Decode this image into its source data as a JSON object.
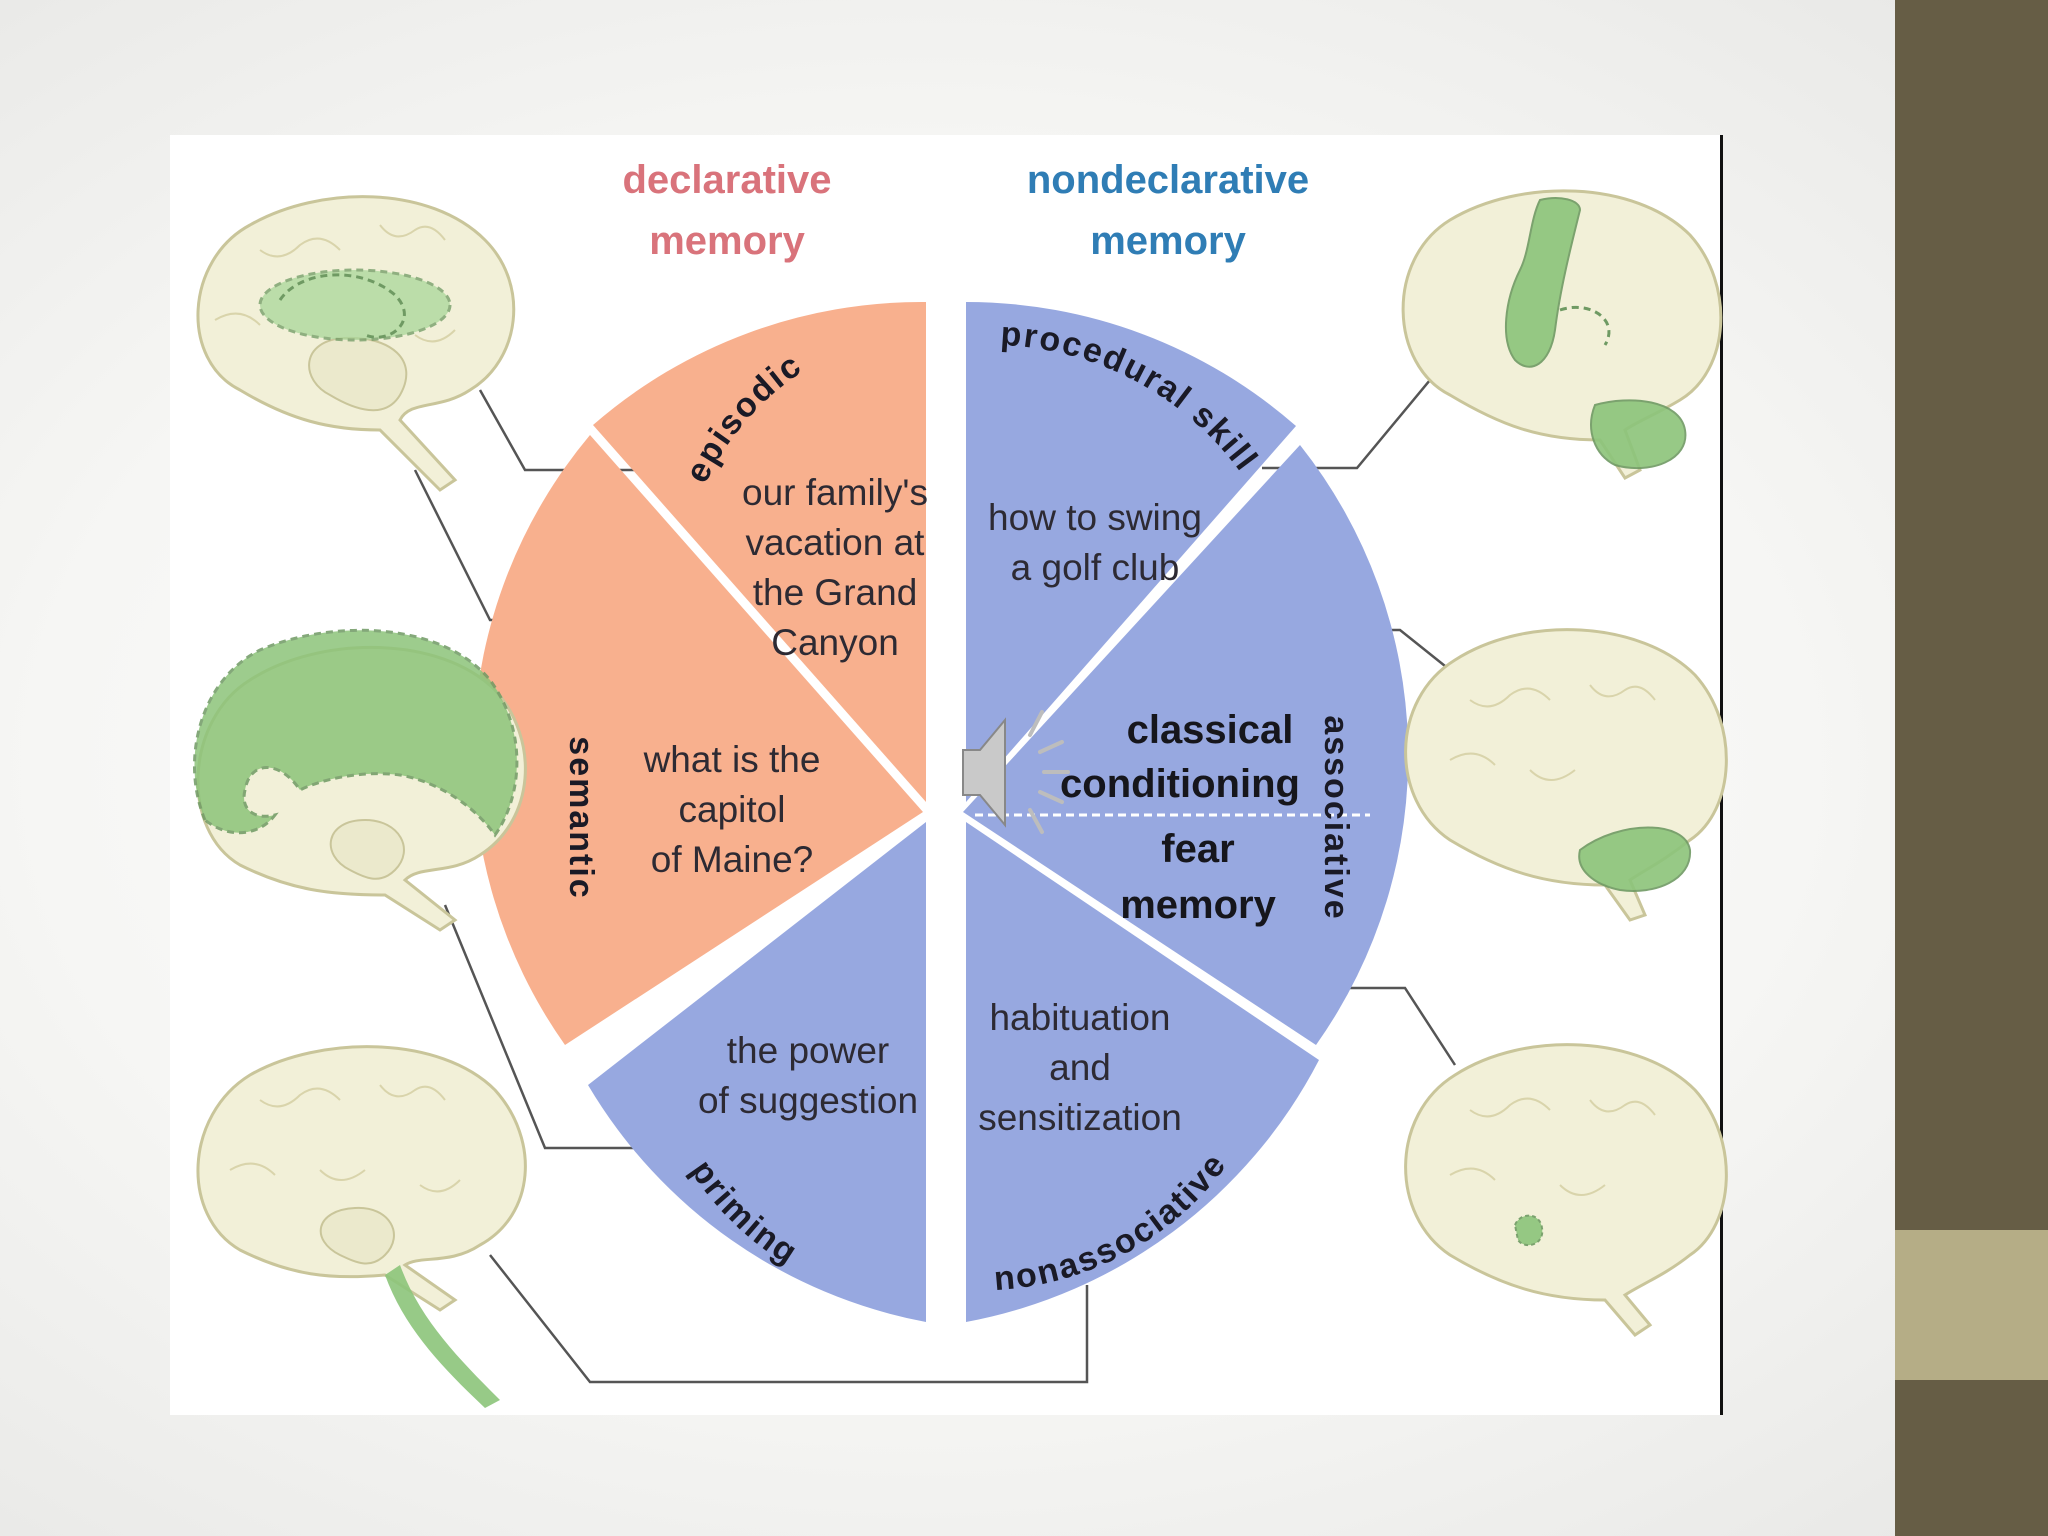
{
  "headers": {
    "declarative_line1": "declarative",
    "declarative_line2": "memory",
    "nondeclarative_line1": "nondeclarative",
    "nondeclarative_line2": "memory"
  },
  "segments": {
    "episodic": {
      "label": "episodic",
      "lines": [
        "our family's",
        "vacation at",
        "the Grand",
        "Canyon"
      ]
    },
    "semantic": {
      "label": "semantic",
      "lines": [
        "what is the",
        "capitol",
        "of Maine?"
      ]
    },
    "priming": {
      "label": "priming",
      "lines": [
        "the power",
        "of suggestion"
      ]
    },
    "procedural": {
      "label": "procedural skill",
      "lines": [
        "how to swing",
        "a golf club"
      ]
    },
    "associative": {
      "label": "associative",
      "upper_lines": [
        "classical",
        "conditioning"
      ],
      "lower_lines": [
        "fear",
        "memory"
      ]
    },
    "nonassociative": {
      "label": "nonassociative",
      "lines": [
        "habituation",
        "and",
        "sensitization"
      ]
    }
  },
  "colors": {
    "declarative": "#f8b08e",
    "nondeclarative": "#97a8e0",
    "declarative_header": "#d9737b",
    "nondeclarative_header": "#2f7db5",
    "brain_highlight": "#8cc47a",
    "sidebar": "#665d45",
    "sidebar_accent": "#b5ad86"
  },
  "icons": {
    "speaker": "speaker-icon",
    "brains": [
      "brain-episodic-icon",
      "brain-semantic-icon",
      "brain-priming-icon",
      "brain-procedural-icon",
      "brain-associative-icon",
      "brain-nonassociative-icon"
    ]
  }
}
